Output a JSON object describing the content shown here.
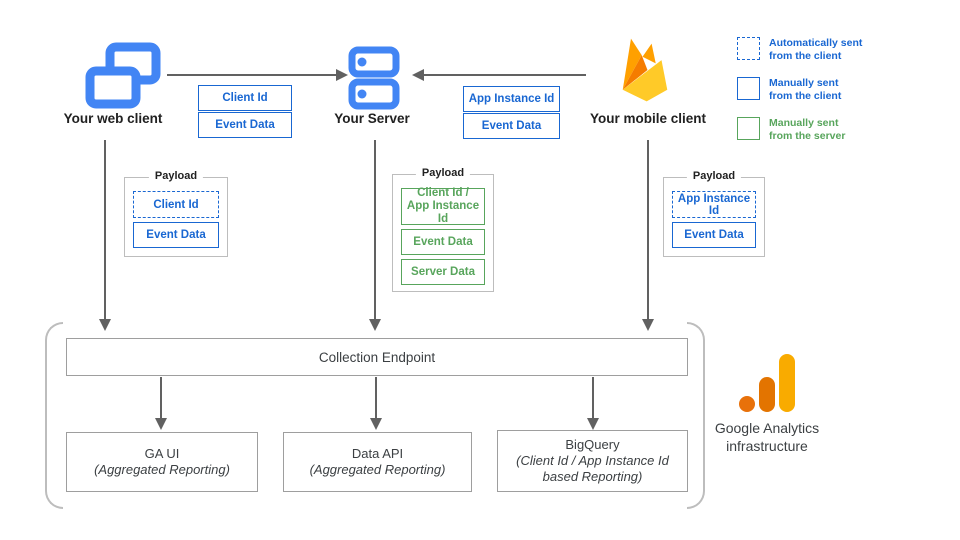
{
  "nodes": {
    "web_client": {
      "label": "Your web client"
    },
    "server": {
      "label": "Your Server"
    },
    "mobile_client": {
      "label": "Your mobile client"
    }
  },
  "flows": {
    "web_to_server": {
      "items": [
        "Client Id",
        "Event Data"
      ]
    },
    "mobile_to_server": {
      "items": [
        "App Instance Id",
        "Event Data"
      ]
    }
  },
  "legend": [
    {
      "style": "dashed-blue",
      "lines": [
        "Automatically sent",
        "from the client"
      ]
    },
    {
      "style": "solid-blue",
      "lines": [
        "Manually sent",
        "from the client"
      ]
    },
    {
      "style": "solid-green",
      "lines": [
        "Manually sent",
        "from the server"
      ]
    }
  ],
  "payloads": {
    "web": {
      "title": "Payload",
      "items": [
        {
          "style": "dashed-blue",
          "lines": [
            "Client Id"
          ]
        },
        {
          "style": "solid-blue",
          "lines": [
            "Event Data"
          ]
        }
      ]
    },
    "server": {
      "title": "Payload",
      "items": [
        {
          "style": "solid-green",
          "lines": [
            "Client Id /",
            "App Instance Id"
          ]
        },
        {
          "style": "solid-green",
          "lines": [
            "Event Data"
          ]
        },
        {
          "style": "solid-green",
          "lines": [
            "Server Data"
          ]
        }
      ]
    },
    "mobile": {
      "title": "Payload",
      "items": [
        {
          "style": "dashed-blue",
          "lines": [
            "App Instance Id"
          ]
        },
        {
          "style": "solid-blue",
          "lines": [
            "Event Data"
          ]
        }
      ]
    }
  },
  "collection_endpoint": {
    "label": "Collection Endpoint"
  },
  "outputs": [
    {
      "title": "GA UI",
      "subtitle_lines": [
        "(Aggregated Reporting)"
      ]
    },
    {
      "title": "Data API",
      "subtitle_lines": [
        "(Aggregated Reporting)"
      ]
    },
    {
      "title": "BigQuery",
      "subtitle_lines": [
        "(Client Id / App Instance Id",
        "based Reporting)"
      ]
    }
  ],
  "infrastructure": {
    "lines": [
      "Google Analytics",
      "infrastructure"
    ]
  },
  "colors": {
    "icon_blue": "#4285f4",
    "box_blue": "#1967d2",
    "box_green": "#58a55c",
    "arrow_gray": "#616161",
    "border_gray": "#9e9e9e",
    "payload_border": "#bdbdbd",
    "text_dark": "#3c4043",
    "firebase_yellow": "#ffca28",
    "firebase_orange": "#ffa000",
    "firebase_dark_orange": "#f57c00",
    "ga_orange": "#e37400",
    "ga_dot_orange": "#e8710a",
    "ga_amber": "#f9ab00"
  }
}
